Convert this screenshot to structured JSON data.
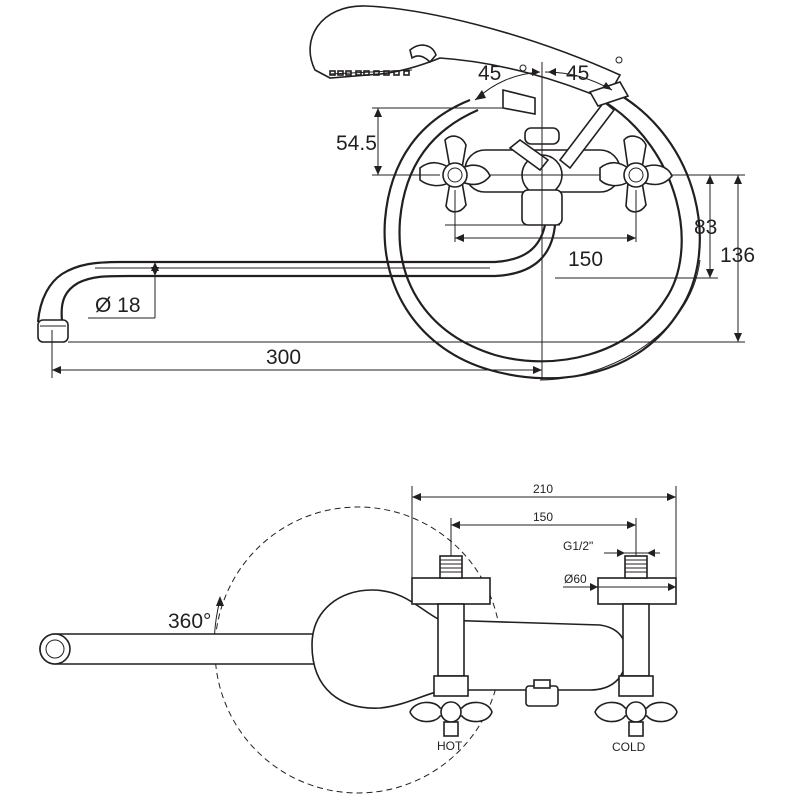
{
  "top_view": {
    "dims": {
      "angle_left": "45",
      "angle_right": "45",
      "height_offset": "54.5",
      "center_distance": "150",
      "inner_height": "83",
      "total_height": "136",
      "pipe_diameter": "Ø 18",
      "spout_length": "300"
    }
  },
  "side_view": {
    "dims": {
      "overall_width": "210",
      "center_distance": "150",
      "thread": "G1/2\"",
      "flange_diameter": "Ø60",
      "rotation": "360°"
    },
    "labels": {
      "hot": "HOT",
      "cold": "COLD"
    }
  }
}
